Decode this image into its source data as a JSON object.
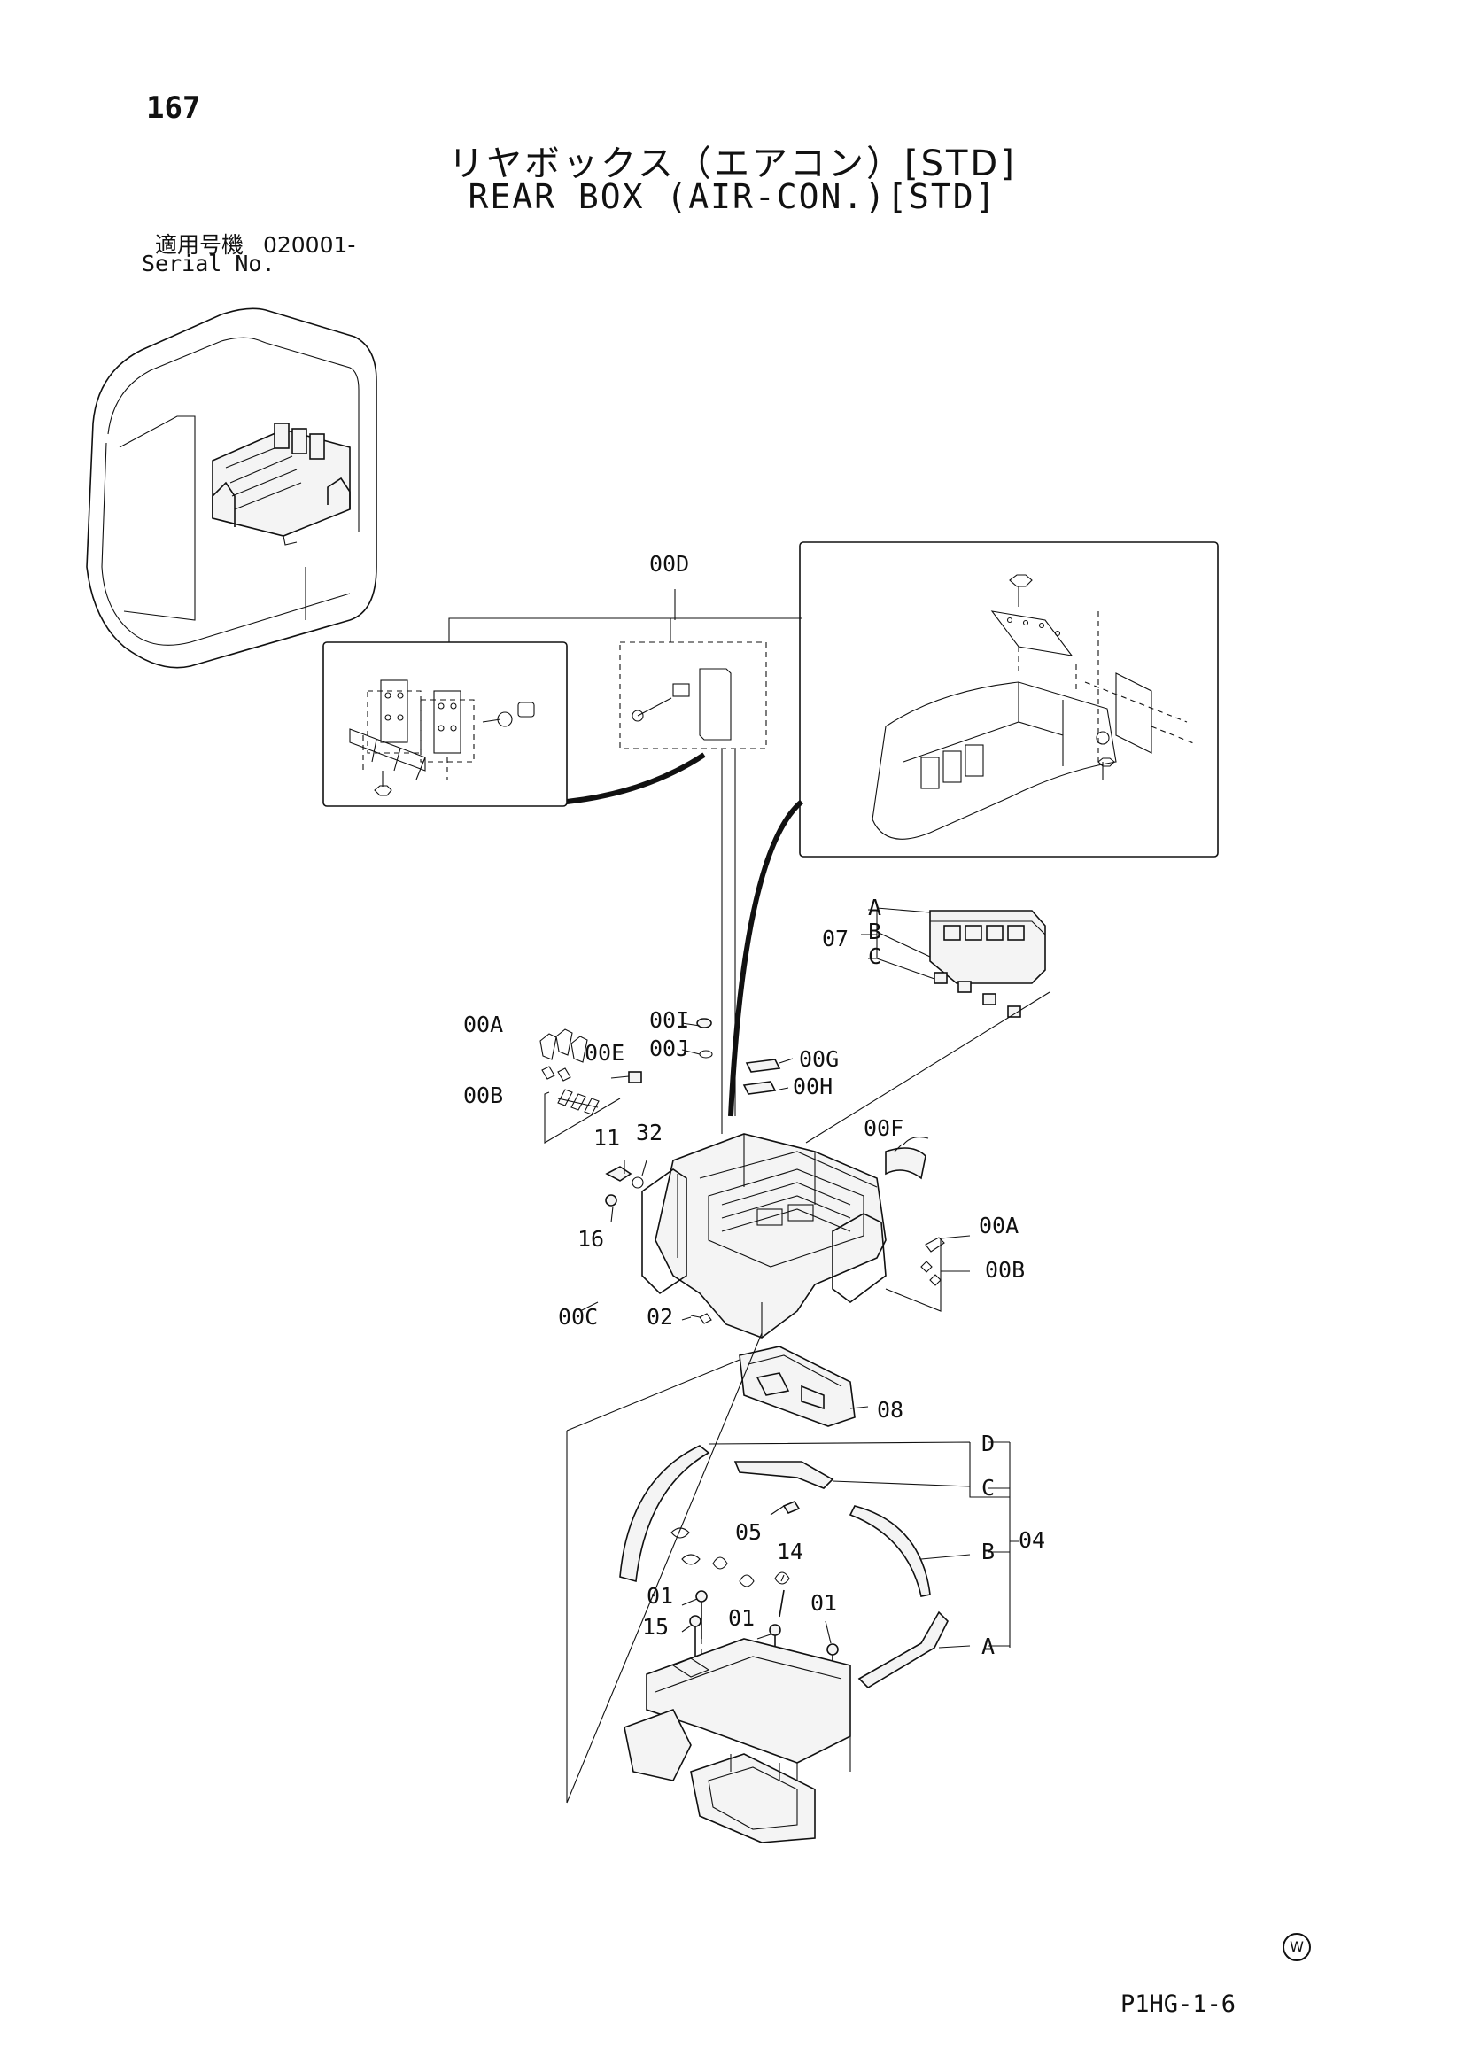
{
  "page": {
    "number": "167",
    "title_jp": "リヤボックス（エアコン）[STD]",
    "title_en": "REAR BOX (AIR-CON.)[STD]",
    "serial_label_jp": "適用号機",
    "serial_value": "020001-",
    "serial_label_en": "Serial No.",
    "footer_code": "P1HG-1-6",
    "watermark_mark": "W"
  },
  "callouts": {
    "c00D": "00D",
    "c07": "07",
    "c07A": "A",
    "c07B": "B",
    "c07C": "C",
    "c00A_left": "00A",
    "c00B_left": "00B",
    "c00E": "00E",
    "c00I": "00I",
    "c00J": "00J",
    "c00G": "00G",
    "c00H": "00H",
    "c00F": "00F",
    "c11": "11",
    "c32": "32",
    "c16": "16",
    "c00A_right": "00A",
    "c00B_right": "00B",
    "c00C": "00C",
    "c02": "02",
    "c08": "08",
    "c04D": "D",
    "c04C": "C",
    "c04B": "B",
    "c04A": "A",
    "c04": "04",
    "c05": "05",
    "c14": "14",
    "c01a": "01",
    "c01b": "01",
    "c01c": "01",
    "c15": "15"
  }
}
